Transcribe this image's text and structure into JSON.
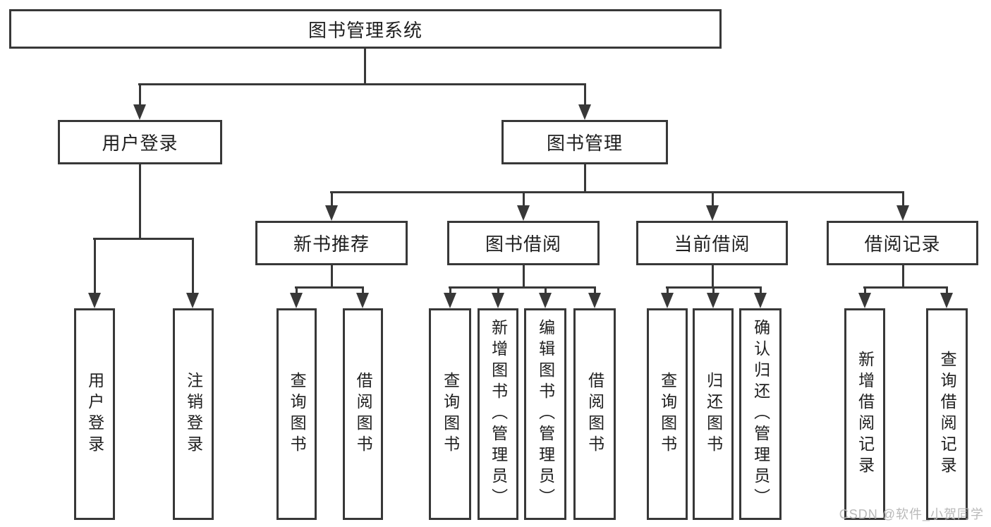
{
  "diagram": {
    "type": "hierarchy",
    "tree": {
      "root": {
        "label": "图书管理系统"
      },
      "branches": [
        {
          "label": "用户登录",
          "children": [
            {
              "label": "用户登录"
            },
            {
              "label": "注销登录"
            }
          ]
        },
        {
          "label": "图书管理",
          "children": [
            {
              "label": "新书推荐",
              "children": [
                {
                  "label": "查询图书"
                },
                {
                  "label": "借阅图书"
                }
              ]
            },
            {
              "label": "图书借阅",
              "children": [
                {
                  "label": "查询图书"
                },
                {
                  "label": "新增图书（管理员）"
                },
                {
                  "label": "编辑图书（管理员）"
                },
                {
                  "label": "借阅图书"
                }
              ]
            },
            {
              "label": "当前借阅",
              "children": [
                {
                  "label": "查询图书"
                },
                {
                  "label": "归还图书"
                },
                {
                  "label": "确认归还（管理员）"
                }
              ]
            },
            {
              "label": "借阅记录",
              "children": [
                {
                  "label": "新增借阅记录"
                },
                {
                  "label": "查询借阅记录"
                }
              ]
            }
          ]
        }
      ]
    },
    "colors": {
      "line": "#383838",
      "box_border": "#383838",
      "text": "#1f1f1f",
      "background": "#ffffff",
      "watermark": "#b9b9b9"
    }
  },
  "watermark": {
    "text": "CSDN @软件_小贺同学"
  }
}
